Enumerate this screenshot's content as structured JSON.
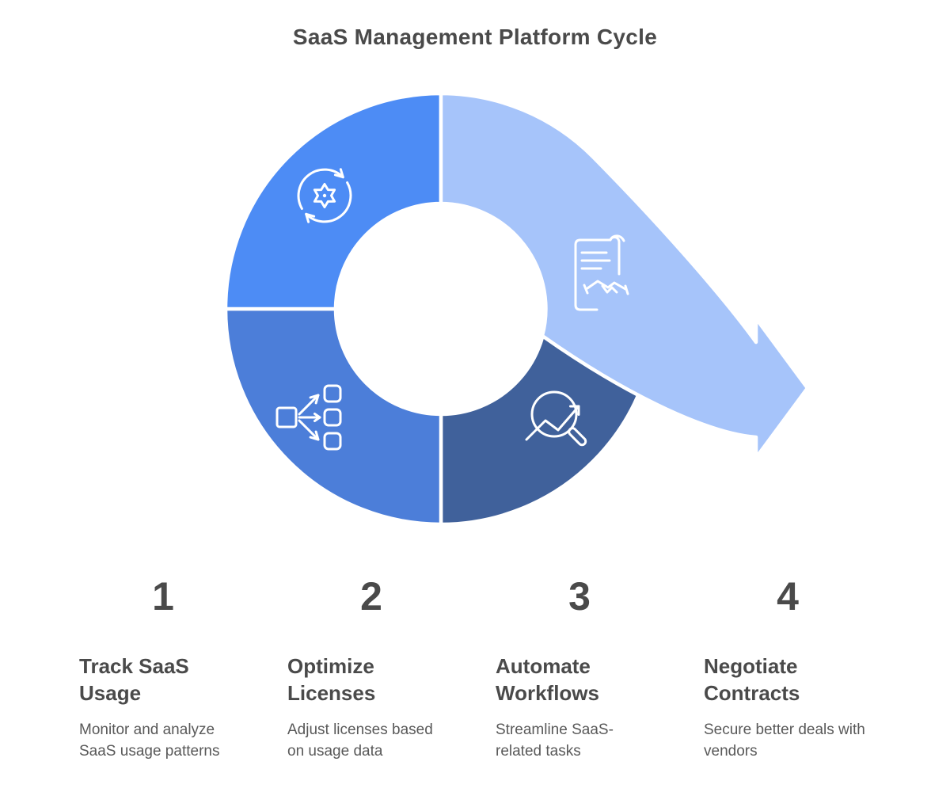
{
  "title": "SaaS Management Platform Cycle",
  "cycle": {
    "segments": [
      {
        "position": "top-left",
        "icon": "sync-gear-icon",
        "color": "#4D8CF5"
      },
      {
        "position": "top-right-with-exit-arrow",
        "icon": "contract-handshake-icon",
        "color": "#A6C4FA"
      },
      {
        "position": "bottom-left",
        "icon": "workflow-distribution-icon",
        "color": "#4C7ED9"
      },
      {
        "position": "bottom-right",
        "icon": "analytics-magnifier-icon",
        "color": "#40619B"
      }
    ],
    "outline_color": "#ffffff"
  },
  "steps": [
    {
      "number": "1",
      "title": "Track SaaS\nUsage",
      "description": "Monitor and analyze SaaS usage patterns"
    },
    {
      "number": "2",
      "title": "Optimize\nLicenses",
      "description": "Adjust licenses based on usage data"
    },
    {
      "number": "3",
      "title": "Automate\nWorkflows",
      "description": "Streamline SaaS-related tasks"
    },
    {
      "number": "4",
      "title": "Negotiate\nContracts",
      "description": "Secure better deals with vendors"
    }
  ],
  "text_colors": {
    "heading": "#4a4a4a",
    "description": "#595959"
  }
}
